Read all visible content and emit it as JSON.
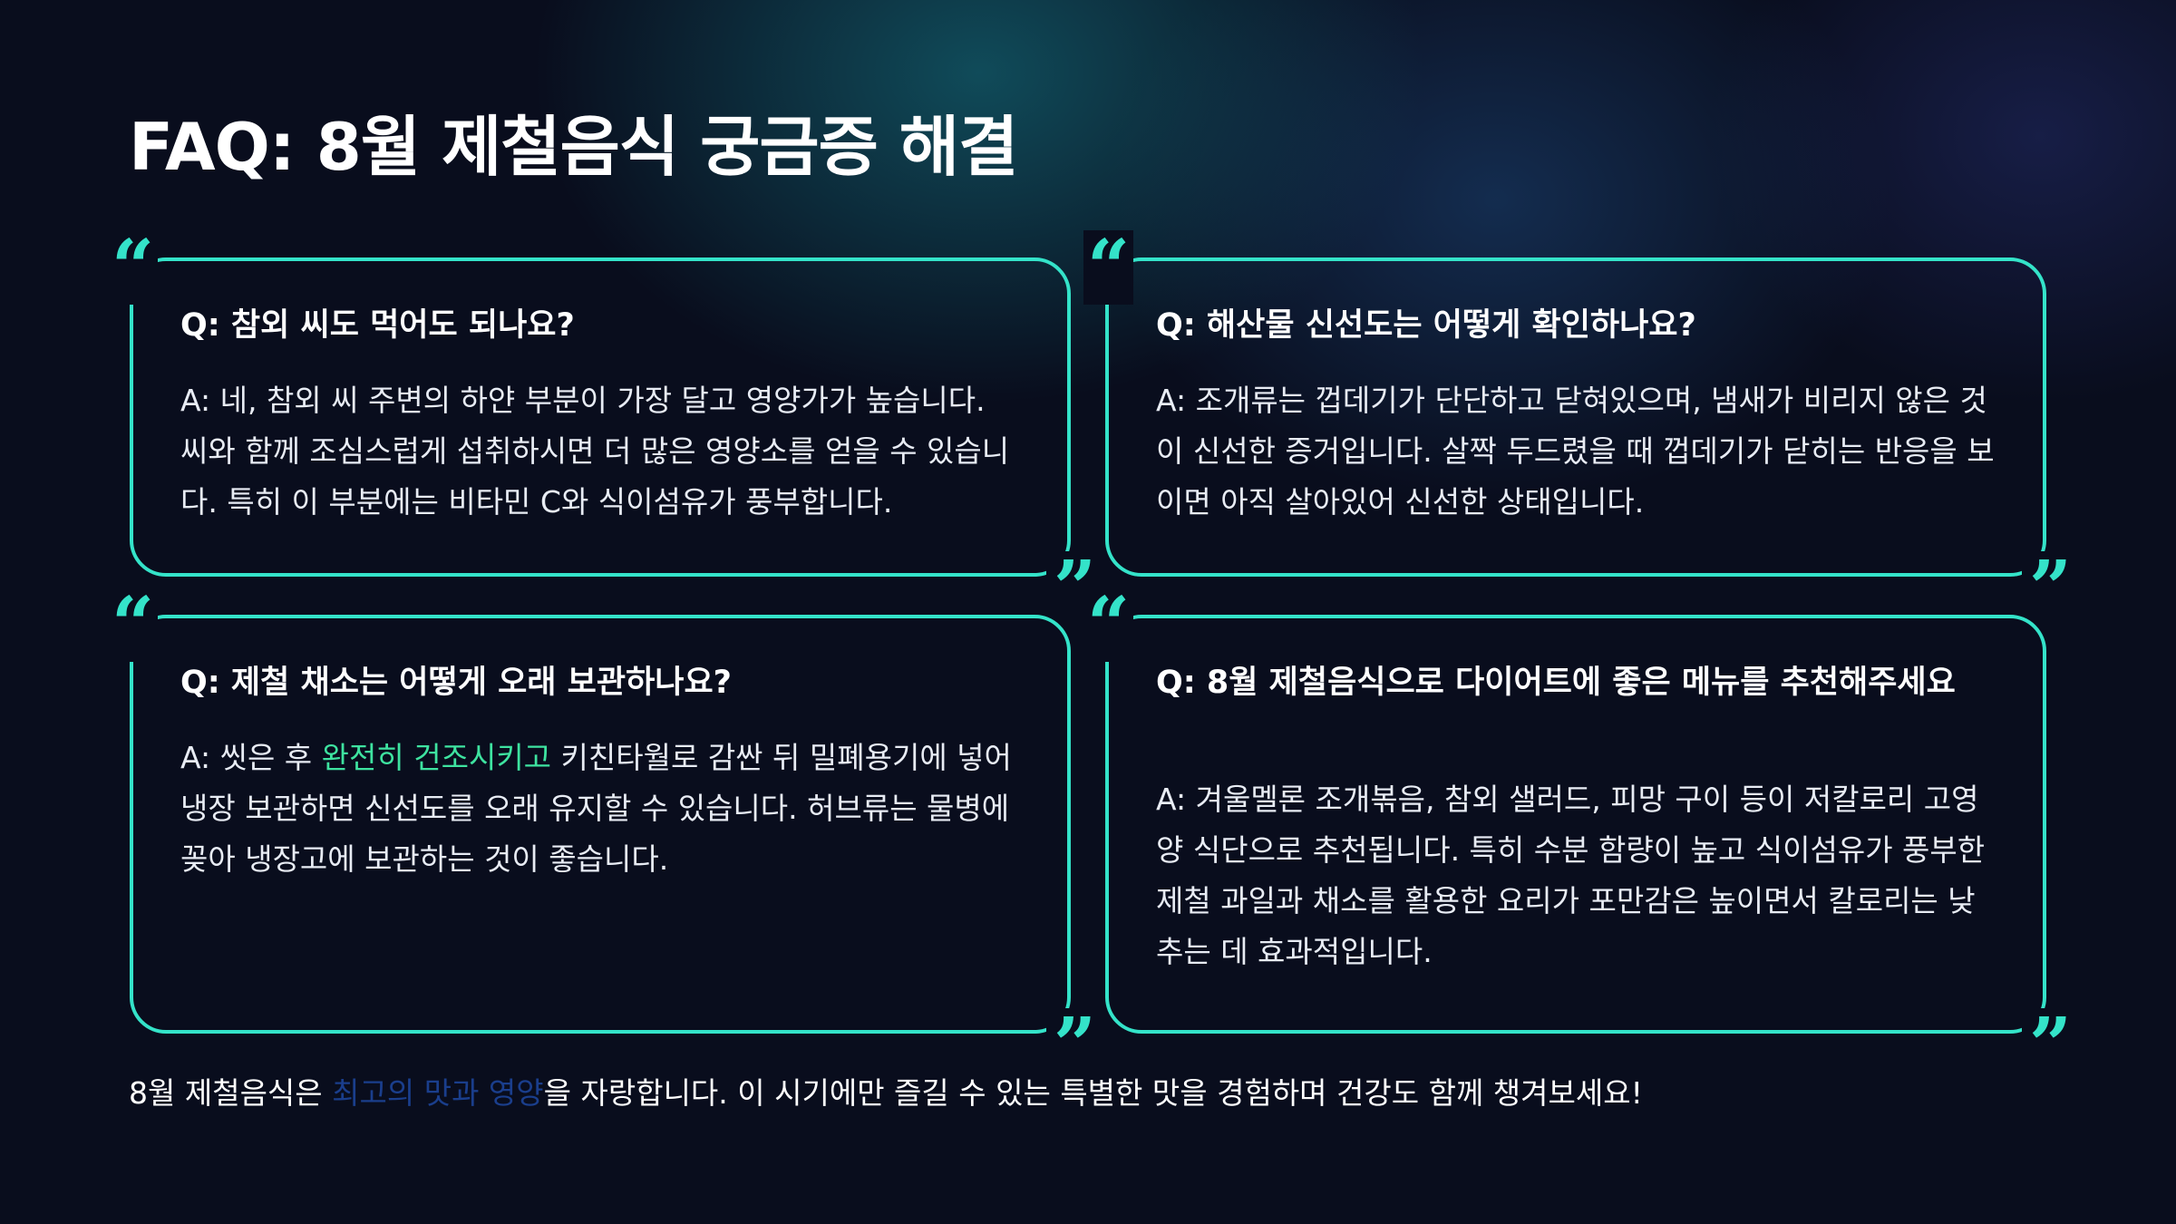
{
  "slide": {
    "title": "FAQ: 8월 제철음식 궁금증 해결"
  },
  "faqs": [
    {
      "question": "Q: 참외 씨도 먹어도 되나요?",
      "answer": "A: 네, 참외 씨 주변의 하얀 부분이 가장 달고 영양가가 높습니다. 씨와 함께 조심스럽게 섭취하시면 더 많은 영양소를 얻을 수 있습니다. 특히 이 부분에는 비타민 C와 식이섬유가 풍부합니다."
    },
    {
      "question": "Q: 해산물 신선도는 어떻게 확인하나요?",
      "answer": "A: 조개류는 껍데기가 단단하고 닫혀있으며, 냄새가 비리지 않은 것이 신선한 증거입니다. 살짝 두드렸을 때 껍데기가 닫히는 반응을 보이면 아직 살아있어 신선한 상태입니다."
    },
    {
      "question": "Q: 제철 채소는 어떻게 오래 보관하나요?",
      "answer_before": "A: 씻은 후 ",
      "answer_highlight": "완전히 건조시키고",
      "answer_after": " 키친타월로 감싼 뒤 밀폐용기에 넣어 냉장 보관하면 신선도를 오래 유지할 수 있습니다. 허브류는 물병에 꽂아 냉장고에 보관하는 것이 좋습니다."
    },
    {
      "question": "Q: 8월 제철음식으로 다이어트에 좋은 메뉴를 추천해주세요",
      "answer": "A: 겨울멜론 조개볶음, 참외 샐러드, 피망 구이 등이 저칼로리 고영양 식단으로 추천됩니다. 특히 수분 함량이 높고 식이섬유가 풍부한 제철 과일과 채소를 활용한 요리가 포만감은 높이면서 칼로리는 낮추는 데 효과적입니다."
    }
  ],
  "quote_marks": {
    "open": "“",
    "close": "”"
  },
  "footer": {
    "before": "8월 제철음식은 ",
    "highlight": "최고의 맛과 영양",
    "after": "을 자랑합니다. 이 시기에만 즐길 수 있는 특별한 맛을 경험하며 건강도 함께 챙겨보세요!"
  },
  "colors": {
    "background": "#090d1d",
    "accent": "#34e3c9",
    "highlight_green": "#3ee3a0",
    "highlight_blue": "#1a3e8c"
  }
}
